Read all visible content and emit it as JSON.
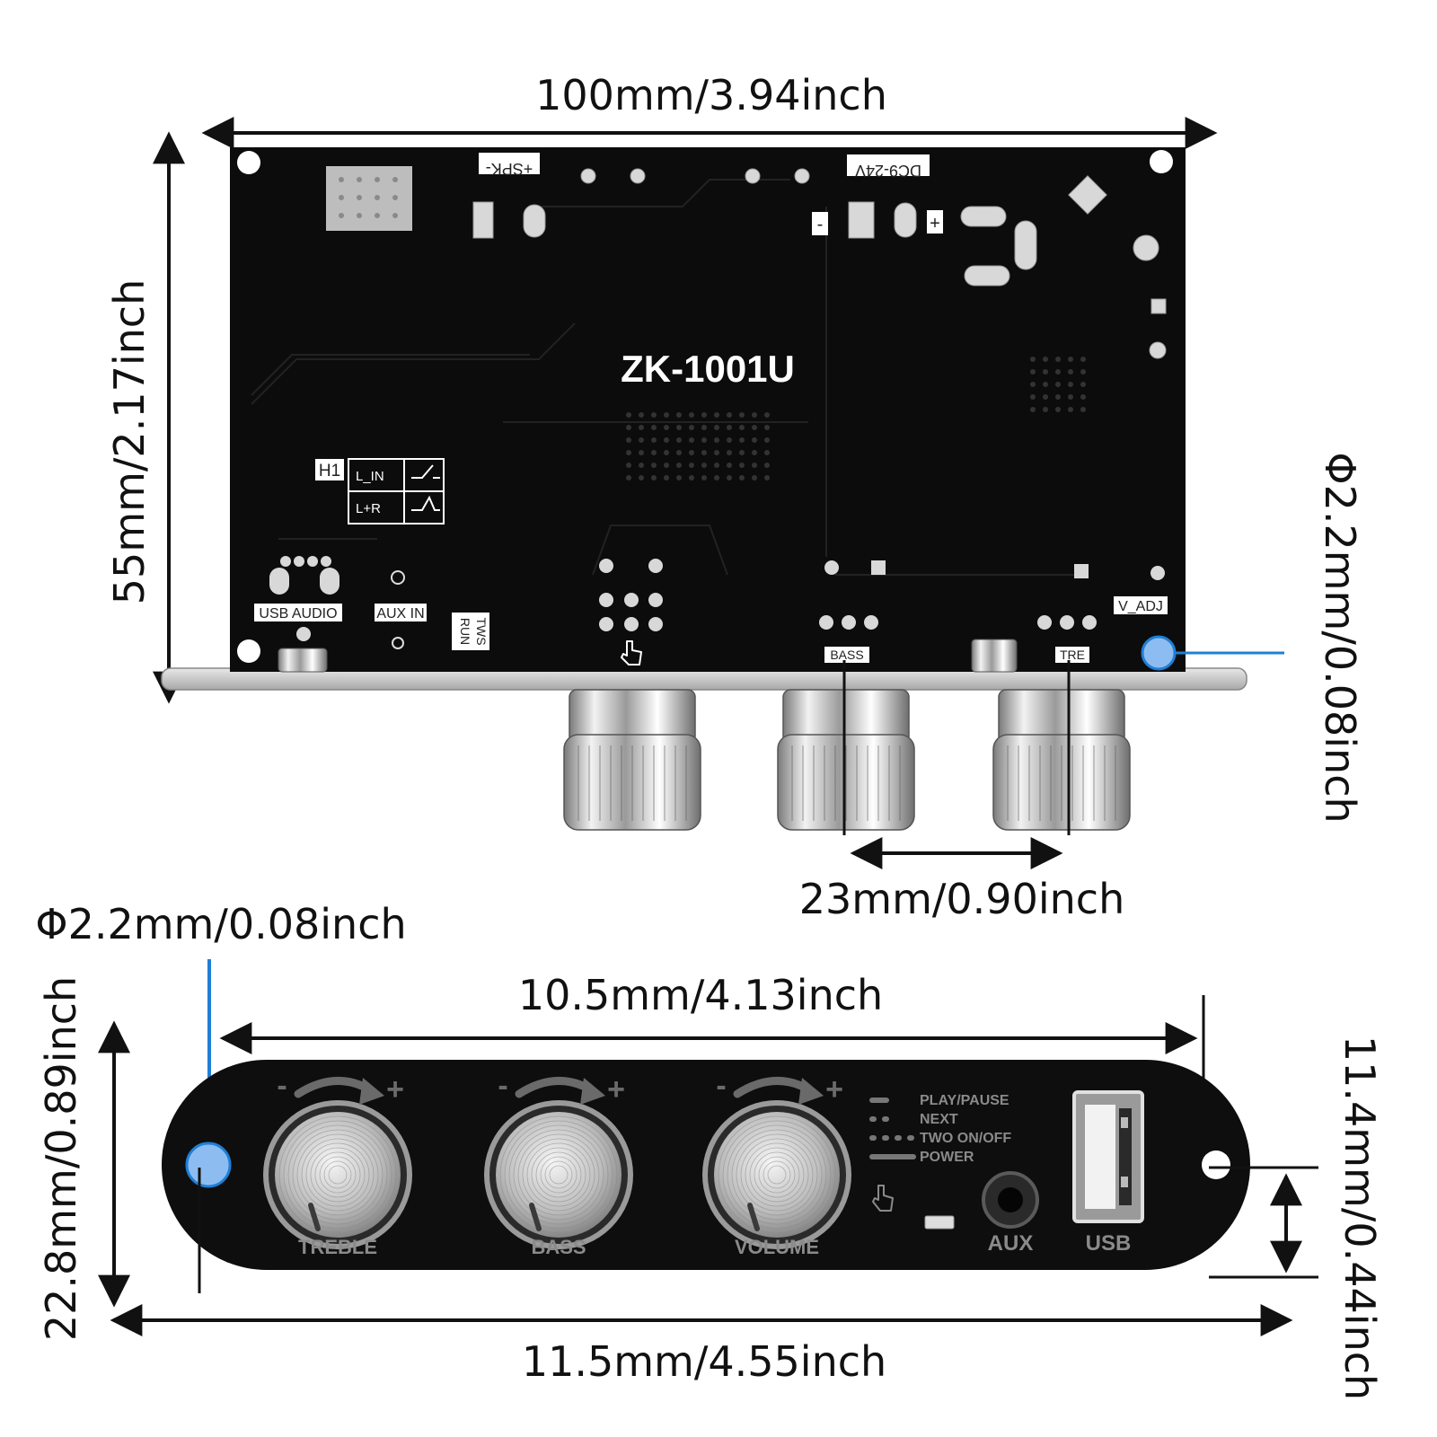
{
  "colors": {
    "pcb": "#0c0c0c",
    "pcb_trace": "#1e1e1e",
    "silver": "#c9c9c9",
    "accent_blue": "#1f7fd6",
    "marker_fill": "#8dbdf0",
    "line": "#111111",
    "panel": "#0e0e0e"
  },
  "top_view": {
    "width_label": "100mm/3.94inch",
    "height_label": "55mm/2.17inch",
    "hole_label": "Φ2.2mm/0.08inch",
    "knob_spacing_label": "23mm/0.90inch",
    "board_model": "ZK-1001U",
    "silkscreen": {
      "spk": "+SPK-",
      "dc": "DC9-24V",
      "h1": "H1",
      "l_in": "L_IN",
      "l_r": "L+R",
      "usb_audio": "USB AUDIO",
      "aux_in": "AUX IN",
      "tws": "TWS",
      "run": "RUN",
      "bass": "BASS",
      "tre": "TRE",
      "v_adj": "V_ADJ",
      "minus": "-",
      "plus": "+"
    },
    "icons": [
      "touch-hand-icon"
    ]
  },
  "front_view": {
    "hole_label": "Φ2.2mm/0.08inch",
    "inner_width_label": "10.5mm/4.13inch",
    "outer_width_label": "11.5mm/4.55inch",
    "height_label": "22.8mm/0.89inch",
    "hole_offset_label": "11.4mm/0.44inch",
    "knobs": [
      {
        "label": "TREBLE",
        "minus": "-",
        "plus": "+"
      },
      {
        "label": "BASS",
        "minus": "-",
        "plus": "+"
      },
      {
        "label": "VOLUME",
        "minus": "-",
        "plus": "+"
      }
    ],
    "legend": [
      "PLAY/PAUSE",
      "NEXT",
      "TWO ON/OFF",
      "POWER"
    ],
    "aux_label": "AUX",
    "usb_label": "USB",
    "icons": [
      "touch-hand-icon",
      "aux-jack-icon",
      "usb-port-icon"
    ]
  }
}
